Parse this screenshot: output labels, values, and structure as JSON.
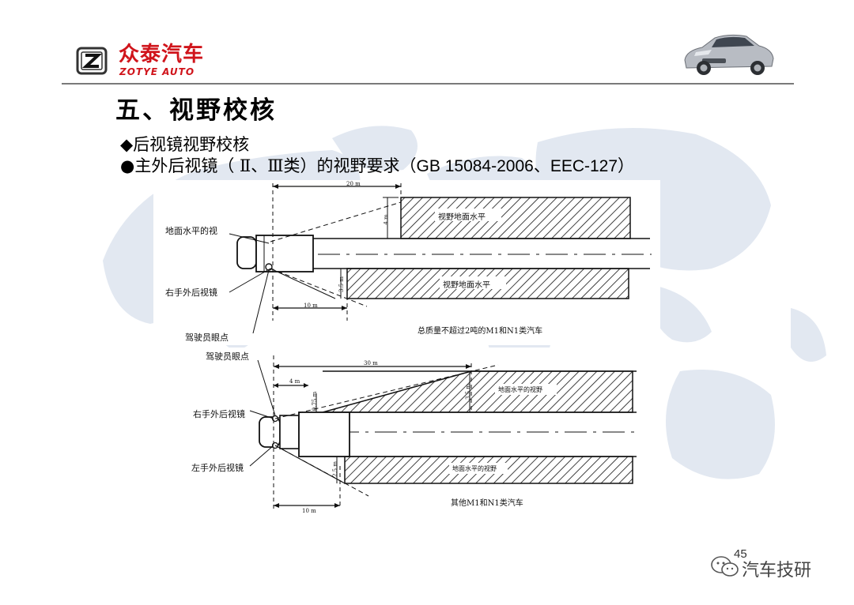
{
  "header": {
    "brand_cn": "众泰汽车",
    "brand_en": "ZOTYE AUTO",
    "logo_letter": "Z"
  },
  "title": "五、视野校核",
  "bullets": [
    {
      "icon": "diamond-bullet-icon",
      "symbol": "◆",
      "text": "后视镜视野校核"
    },
    {
      "icon": "circle-bullet-icon",
      "symbol": "●",
      "text_a": "主外后视镜（ Ⅱ、Ⅲ类）的视野要求（",
      "text_b": "GB 15084-2006、EEC-127",
      "text_c": "）"
    }
  ],
  "diagram1": {
    "labels": {
      "ground_view_left": "地面水平的视",
      "right_mirror": "右手外后视镜",
      "driver_eye": "驾驶员眼点",
      "top_field": "视野地面水平",
      "bottom_field": "视野地面水平",
      "dim_20m": "20 m",
      "dim_4m": "4 m",
      "dim_3_5m": "3.5 m",
      "dim_10m": "10 m"
    },
    "caption": "总质量不超过2吨的M1和N1类汽车"
  },
  "diagram2": {
    "labels": {
      "driver_eye": "驾驶员眼点",
      "right_mirror": "右手外后视镜",
      "left_mirror": "左手外后视镜",
      "top_field": "地面水平的视野",
      "bottom_field": "地面水平的视野",
      "dim_30m": "30 m",
      "dim_4m": "4 m",
      "dim_0_75m": "0.75 m",
      "dim_3_5m": "3.5 m",
      "dim_2_5m": "2.5 m",
      "dim_10m": "10 m"
    },
    "caption": "其他M1和N1类汽车"
  },
  "footer": {
    "page_number": "45",
    "watermark": "汽车技研"
  },
  "colors": {
    "brand_red": "#d0141b",
    "map": "#dce3ee",
    "rule": "#7a7a7a"
  }
}
